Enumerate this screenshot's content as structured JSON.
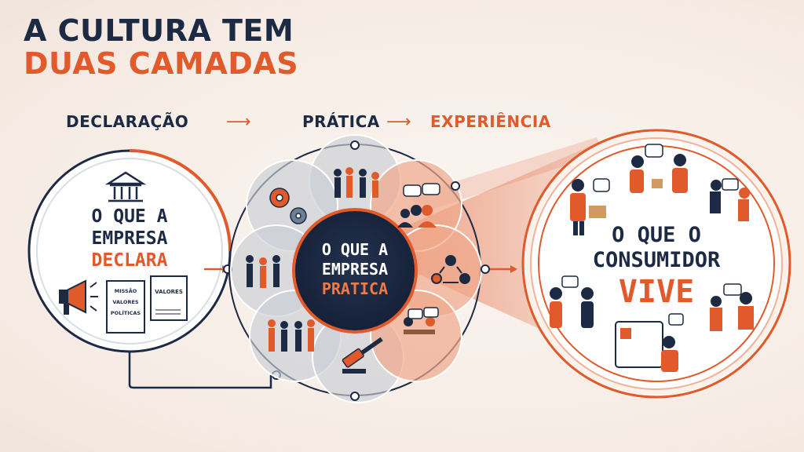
{
  "title": {
    "line1": "A CULTURA TEM",
    "line2": "DUAS CAMADAS"
  },
  "steps": {
    "declaration": "DECLARAÇÃO",
    "practice": "PRÁTICA",
    "experience": "EXPERIÊNCIA"
  },
  "left_circle": {
    "line1": "O QUE A",
    "line2": "EMPRESA",
    "line3": "DECLARA",
    "doc1": [
      "MISSÃO",
      "VALORES",
      "POLÍTICAS"
    ],
    "doc2": "VALORES"
  },
  "center_circle": {
    "line1": "O QUE A",
    "line2": "EMPRESA",
    "line3": "PRATICA"
  },
  "right_circle": {
    "line1": "O QUE O",
    "line2": "CONSUMIDOR",
    "line3": "VIVE"
  },
  "colors": {
    "navy": "#1c2a44",
    "orange": "#e05a2b",
    "slate": "#6d7f95",
    "background": "#f6ece5"
  }
}
